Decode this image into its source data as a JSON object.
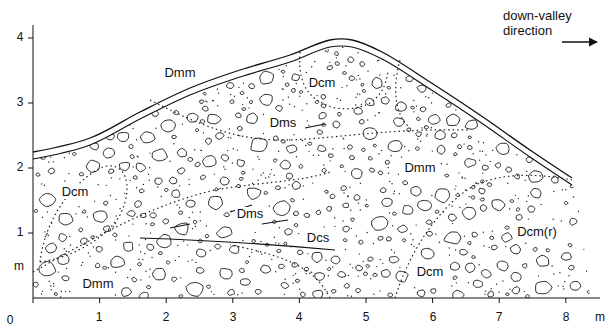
{
  "diagram": {
    "labels": [
      "4",
      "3",
      "2",
      "1",
      "m",
      "0",
      "1",
      "2",
      "3",
      "4",
      "5",
      "6",
      "7",
      "8",
      "m",
      "down-valley direction",
      "Dmm",
      "Dcm",
      "Dms",
      "Dmm",
      "Dcm",
      "Dms",
      "Dcs",
      "Dcm(r)",
      "Dcm",
      "Dmm"
    ]
  }
}
